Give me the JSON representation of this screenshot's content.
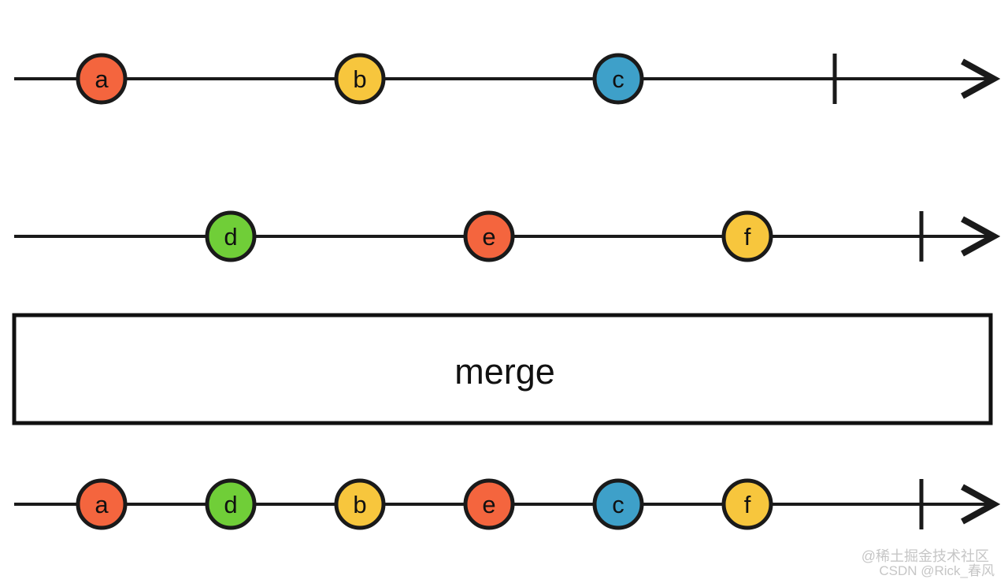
{
  "diagram": {
    "type": "marble-diagram",
    "operator_label": "merge",
    "stroke_color": "#1a1a1a",
    "marble_colors": {
      "coral": "#F4653E",
      "yellow": "#F7C63D",
      "blue": "#3EA0C9",
      "green": "#70CE38"
    },
    "timelines": [
      {
        "name": "source-stream-1",
        "marbles": [
          {
            "label": "a",
            "fill": "#F4653E"
          },
          {
            "label": "b",
            "fill": "#F7C63D"
          },
          {
            "label": "c",
            "fill": "#3EA0C9"
          }
        ]
      },
      {
        "name": "source-stream-2",
        "marbles": [
          {
            "label": "d",
            "fill": "#70CE38"
          },
          {
            "label": "e",
            "fill": "#F4653E"
          },
          {
            "label": "f",
            "fill": "#F7C63D"
          }
        ]
      },
      {
        "name": "output-stream",
        "marbles": [
          {
            "label": "a",
            "fill": "#F4653E"
          },
          {
            "label": "d",
            "fill": "#70CE38"
          },
          {
            "label": "b",
            "fill": "#F7C63D"
          },
          {
            "label": "e",
            "fill": "#F4653E"
          },
          {
            "label": "c",
            "fill": "#3EA0C9"
          },
          {
            "label": "f",
            "fill": "#F7C63D"
          }
        ]
      }
    ],
    "watermark": {
      "line1": "@稀土掘金技术社区",
      "line2": "CSDN @Rick_春风"
    }
  }
}
